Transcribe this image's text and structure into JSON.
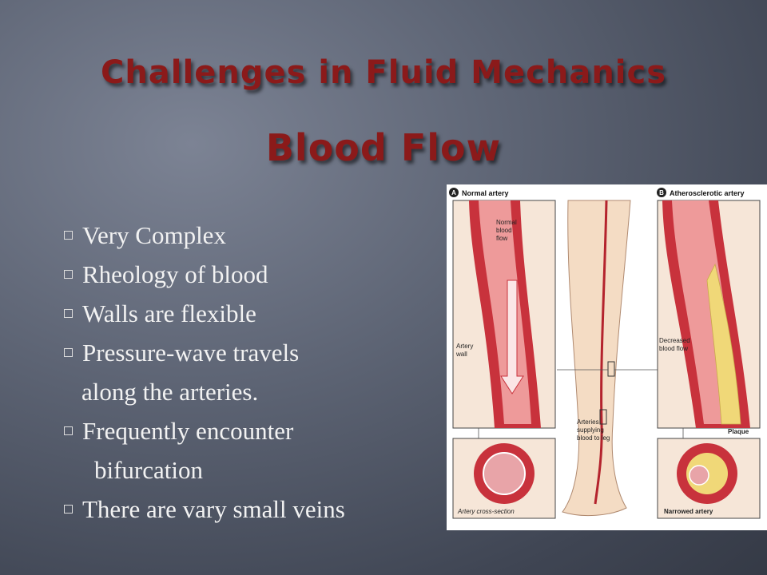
{
  "slide": {
    "title": "Challenges in Fluid Mechanics",
    "subtitle": "Blood Flow",
    "bullets": [
      "Very Complex",
      "Rheology of blood",
      "Walls are flexible",
      "Pressure-wave travels",
      "along the arteries.",
      "Frequently encounter",
      "bifurcation",
      "There are vary small veins"
    ]
  },
  "figure": {
    "panel_a_badge": "A",
    "panel_a_title": "Normal artery",
    "panel_b_badge": "B",
    "panel_b_title": "Atherosclerotic artery",
    "normal_flow_1": "Normal",
    "normal_flow_2": "blood",
    "normal_flow_3": "flow",
    "artery_wall_1": "Artery",
    "artery_wall_2": "wall",
    "decreased_flow_1": "Decreased",
    "decreased_flow_2": "blood flow",
    "arteries_leg_1": "Arteries",
    "arteries_leg_2": "supplying",
    "arteries_leg_3": "blood to leg",
    "plaque": "Plaque",
    "cross_section": "Artery cross-section",
    "narrowed": "Narrowed artery"
  },
  "colors": {
    "title": "#8b1a1a",
    "artery_red": "#c8323c",
    "plaque_yellow": "#f0d878"
  }
}
